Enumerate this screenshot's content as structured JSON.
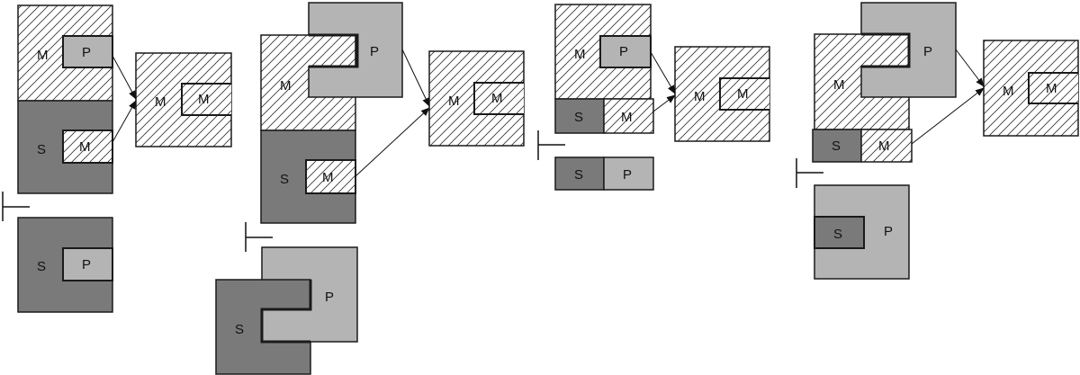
{
  "diagrams": [
    {
      "top_m": "M",
      "top_p": "P",
      "mid_s": "S",
      "mid_m": "M",
      "res_m1": "M",
      "res_m2": "M",
      "bot_s": "S",
      "bot_p": "P"
    },
    {
      "top_m": "M",
      "top_p": "P",
      "mid_s": "S",
      "mid_m": "M",
      "res_m1": "M",
      "res_m2": "M",
      "bot_s": "S",
      "bot_p": "P"
    },
    {
      "top_m": "M",
      "top_p": "P",
      "mid_s": "S",
      "mid_m": "M",
      "res_m1": "M",
      "res_m2": "M",
      "bot_s": "S",
      "bot_p": "P"
    },
    {
      "top_m": "M",
      "top_p": "P",
      "mid_s": "S",
      "mid_m": "M",
      "res_m1": "M",
      "res_m2": "M",
      "bot_s": "S",
      "bot_p": "P"
    }
  ],
  "colors": {
    "dark": "#7a7a7a",
    "light": "#b4b4b4",
    "hatch": "#ffffff",
    "stroke": "#1a1a1a"
  }
}
